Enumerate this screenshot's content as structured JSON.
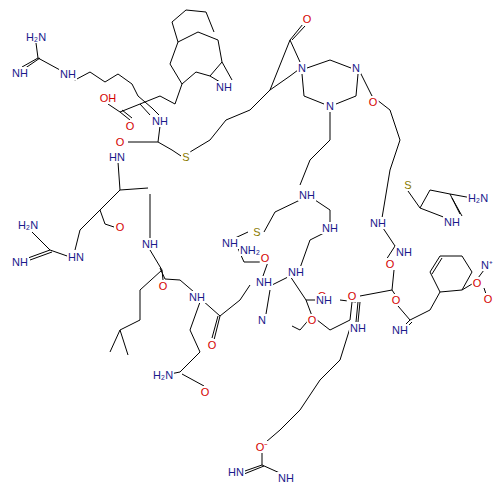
{
  "diagram": {
    "labels": [
      "H₂N",
      "NH",
      "NH",
      "OH",
      "O",
      "NH",
      "NH",
      "O",
      "S",
      "O",
      "N",
      "N",
      "N",
      "O",
      "HN",
      "H₂N",
      "NH",
      "HN",
      "O",
      "NH",
      "O",
      "NH",
      "O",
      "H₂N",
      "O",
      "S",
      "NH",
      "O",
      "NH",
      "NH",
      "NH",
      "NH",
      "O",
      "N",
      "O",
      "NH",
      "S",
      "H₂N",
      "NH",
      "NH",
      "O",
      "NH",
      "O",
      "NH",
      "O",
      "NH",
      "O",
      "N⁺",
      "O",
      "O⁻",
      "HN",
      "NH",
      "NH₂"
    ]
  }
}
